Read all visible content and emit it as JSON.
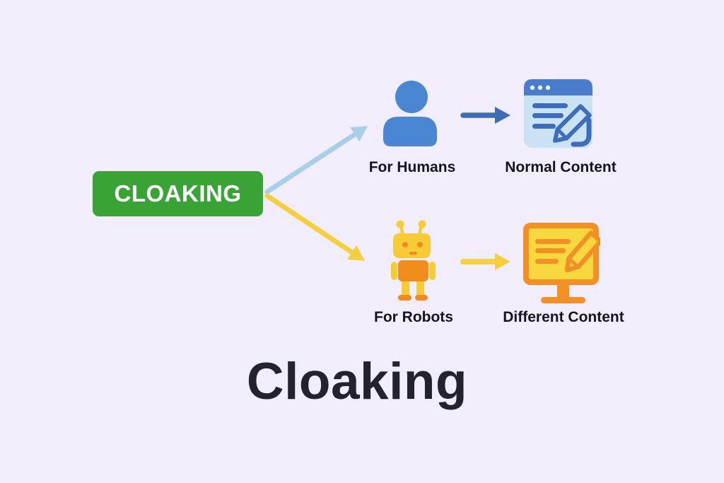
{
  "page": {
    "background_color": "#f2edfa"
  },
  "diagram": {
    "root": {
      "label": "CLOAKING",
      "background_color": "#3aa336",
      "text_color": "#ffffff"
    },
    "branches": [
      {
        "actor_label": "For Humans",
        "actor_icon": "person-icon",
        "actor_color": "#4a86d1",
        "branch_arrow_color": "#a9cfe8",
        "result_arrow_color": "#3e6db5",
        "result_label": "Normal Content",
        "result_icon": "browser-window-pencil-icon",
        "result_frame_color": "#c9e2f4",
        "result_titlebar_color": "#4a7ccb",
        "result_detail_color": "#3e6dbd"
      },
      {
        "actor_label": "For Robots",
        "actor_icon": "robot-icon",
        "actor_color": "#f7cb35",
        "actor_accent_color": "#ee8b21",
        "branch_arrow_color": "#f6ce41",
        "result_arrow_color": "#f6ce41",
        "result_label": "Different Content",
        "result_icon": "monitor-pencil-icon",
        "result_frame_color": "#f19026",
        "result_screen_color": "#f9d73e"
      }
    ],
    "caption": "Cloaking",
    "label_text_color": "#15151e",
    "caption_text_color": "#232330"
  }
}
